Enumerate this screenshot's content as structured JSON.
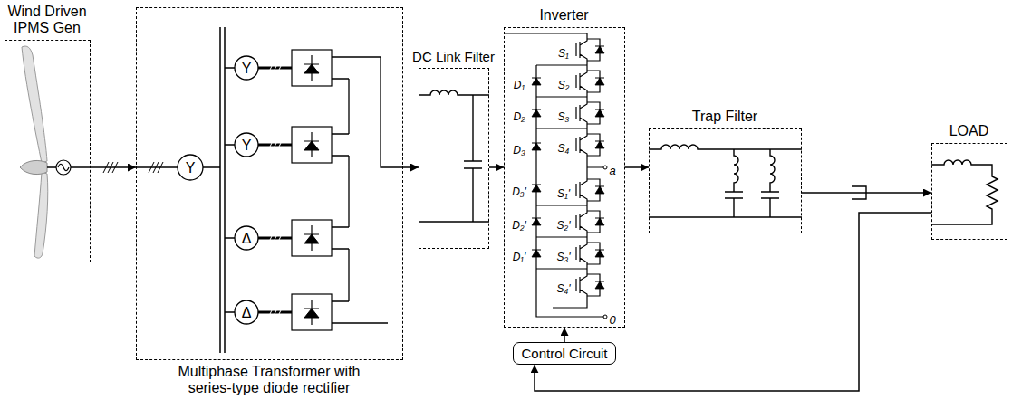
{
  "diagram": {
    "nodes": [
      {
        "text": [
          "Wind Driven IPMS Gen"
        ]
      },
      {
        "text": [
          "Multiphase Transformer with series-type diode rectifier"
        ]
      },
      {
        "text": [
          "DC Link Filter"
        ]
      },
      {
        "text": [
          "Inverter"
        ]
      },
      {
        "text": [
          "Trap Filter"
        ]
      },
      {
        "text": [
          "LOAD"
        ]
      },
      {
        "text": [
          "Control Circuit"
        ]
      }
    ],
    "edges": [
      {
        "from": 0,
        "to": 1,
        "arrow": "to"
      },
      {
        "from": 1,
        "to": 2,
        "arrow": "to"
      },
      {
        "from": 2,
        "to": 3,
        "arrow": "to"
      },
      {
        "from": 3,
        "to": 4,
        "arrow": "to"
      },
      {
        "from": 4,
        "to": 5,
        "arrow": "to"
      },
      {
        "from": 5,
        "to": 6,
        "arrow": "to"
      },
      {
        "from": 6,
        "to": 3,
        "arrow": "to"
      }
    ],
    "labels": [
      "Y",
      "Y",
      "Y",
      "Δ",
      "Δ",
      "S₁",
      "S₂",
      "S₃",
      "S₄",
      "S₁'",
      "S₂'",
      "S₃'",
      "S₄'",
      "D₁",
      "D₂",
      "D₃",
      "D₃'",
      "D₂'",
      "D₁'",
      "a",
      "0"
    ]
  }
}
